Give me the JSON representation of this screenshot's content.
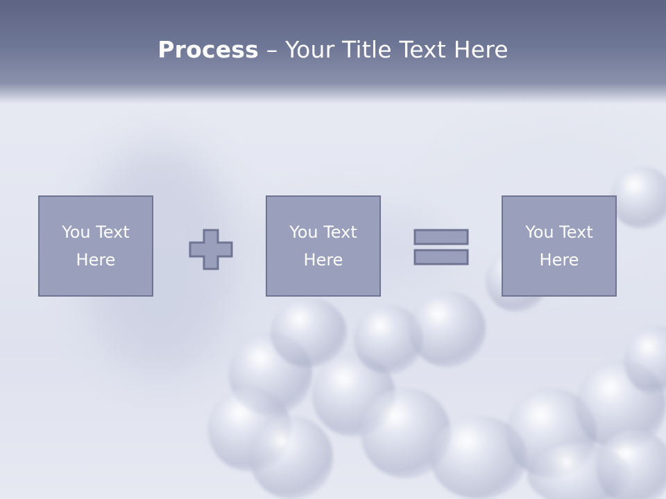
{
  "title": {
    "bold": "Process",
    "dash": "–",
    "rest": "Your Title Text Here"
  },
  "steps": [
    {
      "line1": "You Text",
      "line2": "Here"
    },
    {
      "line1": "You Text",
      "line2": "Here"
    },
    {
      "line1": "You Text",
      "line2": "Here"
    }
  ],
  "operators": [
    "plus-icon",
    "equals-icon"
  ],
  "colors": {
    "header": "#6f7796",
    "box_fill": "#9a9fbb",
    "box_border": "#6f7493",
    "text": "#ffffff"
  }
}
